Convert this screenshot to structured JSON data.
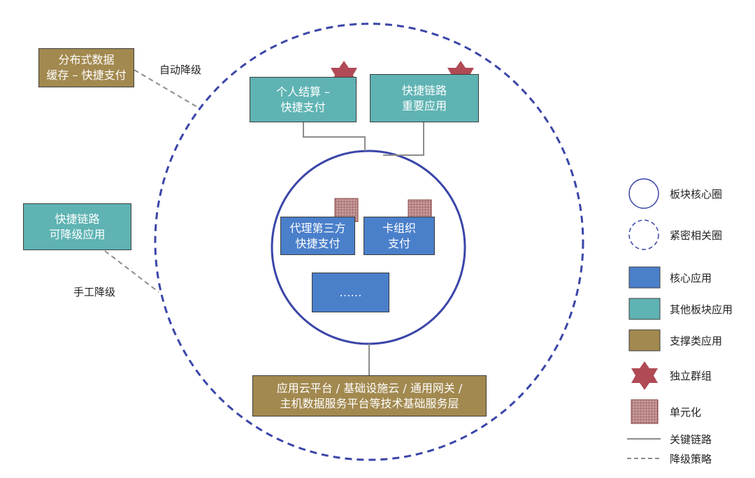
{
  "boxes": {
    "distributed_cache": [
      "分布式数据",
      "缓存 – 快捷支付"
    ],
    "personal_settlement": [
      "个人结算 –",
      "快捷支付"
    ],
    "fast_link_important": [
      "快捷链路",
      "重要应用"
    ],
    "fast_link_degradable": [
      "快捷链路",
      "可降级应用"
    ],
    "agent_third_party": [
      "代理第三方",
      "快捷支付"
    ],
    "card_org": [
      "卡组织",
      "支付"
    ],
    "more": "……",
    "infrastructure": [
      "应用云平台 / 基础设施云 / 通用网关 /",
      "主机数据服务平台等技术基础服务层"
    ]
  },
  "labels": {
    "auto_degrade": "自动降级",
    "manual_degrade": "手工降级"
  },
  "legend": [
    {
      "key": "core_circle",
      "label": "板块核心圈"
    },
    {
      "key": "related_circle",
      "label": "紧密相关圈"
    },
    {
      "key": "core_app",
      "label": "核心应用",
      "color": "#4a7fca"
    },
    {
      "key": "other_app",
      "label": "其他板块应用",
      "color": "#5fb3b3"
    },
    {
      "key": "support_app",
      "label": "支撑类应用",
      "color": "#a2894f"
    },
    {
      "key": "independent_group",
      "label": "独立群组",
      "color": "#b04a55"
    },
    {
      "key": "unitized",
      "label": "单元化",
      "color": "#b06a6a"
    },
    {
      "key": "key_link",
      "label": "关键链路"
    },
    {
      "key": "degrade_strategy",
      "label": "降级策略"
    }
  ],
  "colors": {
    "circle_stroke": "#3a46a8",
    "link_line": "#8c8c8c",
    "star": "#b04a55"
  }
}
